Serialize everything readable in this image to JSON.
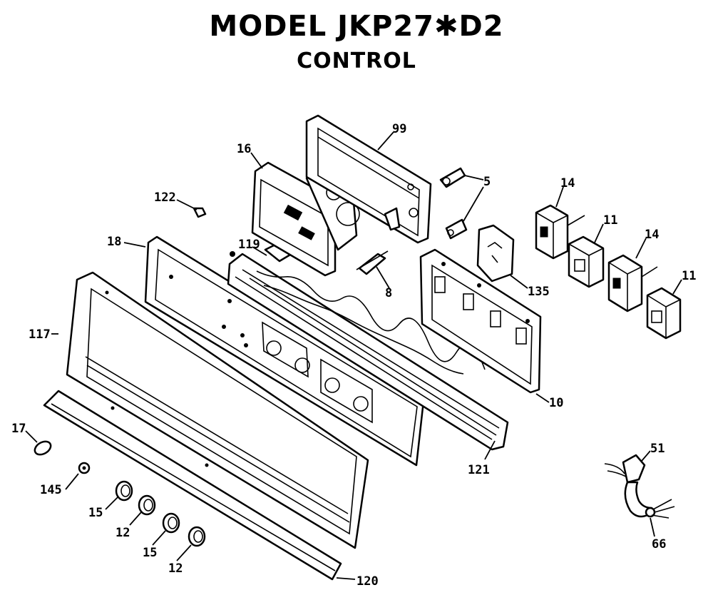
{
  "title": "MODEL JKP27✱D2",
  "subtitle": "CONTROL",
  "callouts": {
    "c99": "99",
    "c16": "16",
    "c5": "5",
    "c14a": "14",
    "c11a": "11",
    "c14b": "14",
    "c11b": "11",
    "c122": "122",
    "c18": "18",
    "c119": "119",
    "c8": "8",
    "c135": "135",
    "c117": "117",
    "c10": "10",
    "c121": "121",
    "c17": "17",
    "c145": "145",
    "c15a": "15",
    "c12a": "12",
    "c15b": "15",
    "c12b": "12",
    "c120": "120",
    "c51": "51",
    "c66": "66"
  }
}
